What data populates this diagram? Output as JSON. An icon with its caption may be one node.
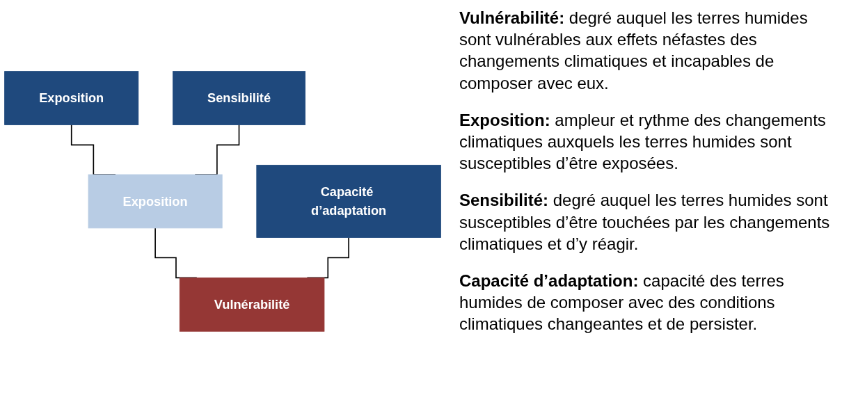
{
  "diagram": {
    "nodes": [
      {
        "text": [
          "Exposition"
        ]
      },
      {
        "text": [
          "Sensibilité"
        ]
      },
      {
        "text": [
          "Exposition"
        ]
      },
      {
        "text": [
          "Capacité d’adaptation"
        ]
      },
      {
        "text": [
          "Vulnérabilité"
        ]
      }
    ],
    "edges": [
      {
        "from": 0,
        "to": 2,
        "arrow": "none"
      },
      {
        "from": 1,
        "to": 2,
        "arrow": "none"
      },
      {
        "from": 2,
        "to": 4,
        "arrow": "none"
      },
      {
        "from": 3,
        "to": 4,
        "arrow": "none"
      }
    ],
    "labels": [
      "**Vulnérabilité:** degré auquel les terres humides sont vulnérables aux effets néfastes des changements climatiques et incapables de composer avec eux.",
      "**Exposition:** ampleur et rythme des changements climatiques auxquels les terres humides sont susceptibles d’être exposées.",
      "**Sensibilité:** degré auquel les terres humides sont susceptibles d’être touchées par les changements climatiques et d’y réagir.",
      "**Capacité d’adaptation:** capacité des terres humides de composer avec des conditions climatiques changeantes et de persister."
    ]
  }
}
